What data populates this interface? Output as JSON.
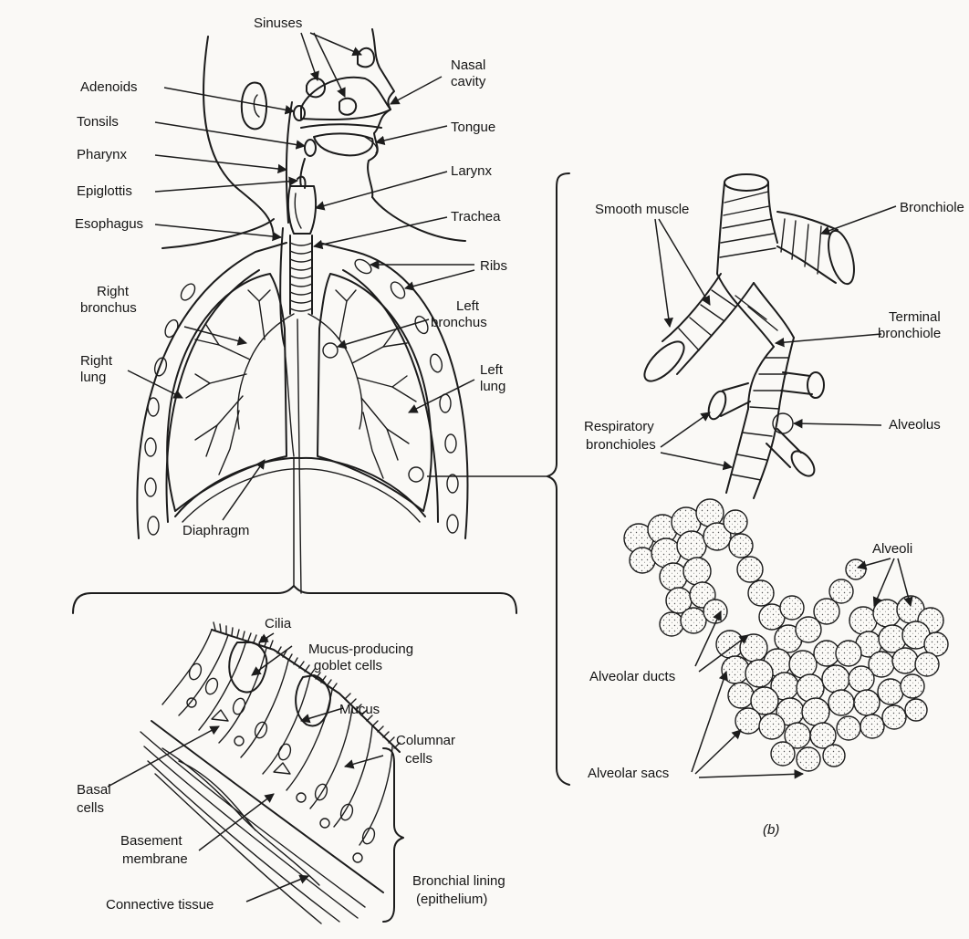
{
  "panel_a": {
    "labels": {
      "sinuses": "Sinuses",
      "nasal_cavity": [
        "Nasal",
        "cavity"
      ],
      "adenoids": "Adenoids",
      "tonsils": "Tonsils",
      "tongue": "Tongue",
      "pharynx": "Pharynx",
      "larynx": "Larynx",
      "epiglottis": "Epiglottis",
      "esophagus": "Esophagus",
      "trachea": "Trachea",
      "ribs": "Ribs",
      "right_bronchus": [
        "Right",
        "bronchus"
      ],
      "left_bronchus": [
        "Left",
        "bronchus"
      ],
      "right_lung": [
        "Right",
        "lung"
      ],
      "left_lung": [
        "Left",
        "lung"
      ],
      "diaphragm": "Diaphragm"
    }
  },
  "panel_b": {
    "caption": "(b)",
    "labels": {
      "smooth_muscle": "Smooth muscle",
      "bronchiole": "Bronchiole",
      "terminal_bronchiole": [
        "Terminal",
        "bronchiole"
      ],
      "respiratory_bronchioles": [
        "Respiratory",
        "bronchioles"
      ],
      "alveolus": "Alveolus",
      "alveoli": "Alveoli",
      "alveolar_ducts": "Alveolar ducts",
      "alveolar_sacs": "Alveolar sacs"
    }
  },
  "panel_c": {
    "labels": {
      "cilia": "Cilia",
      "goblet_cells": [
        "Mucus-producing",
        "goblet cells"
      ],
      "mucus": "Mucus",
      "columnar_cells": [
        "Columnar",
        "cells"
      ],
      "basal_cells": [
        "Basal",
        "cells"
      ],
      "basement_membrane": [
        "Basement",
        "membrane"
      ],
      "connective_tissue": "Connective tissue",
      "bronchial_lining": [
        "Bronchial lining",
        "(epithelium)"
      ]
    }
  }
}
